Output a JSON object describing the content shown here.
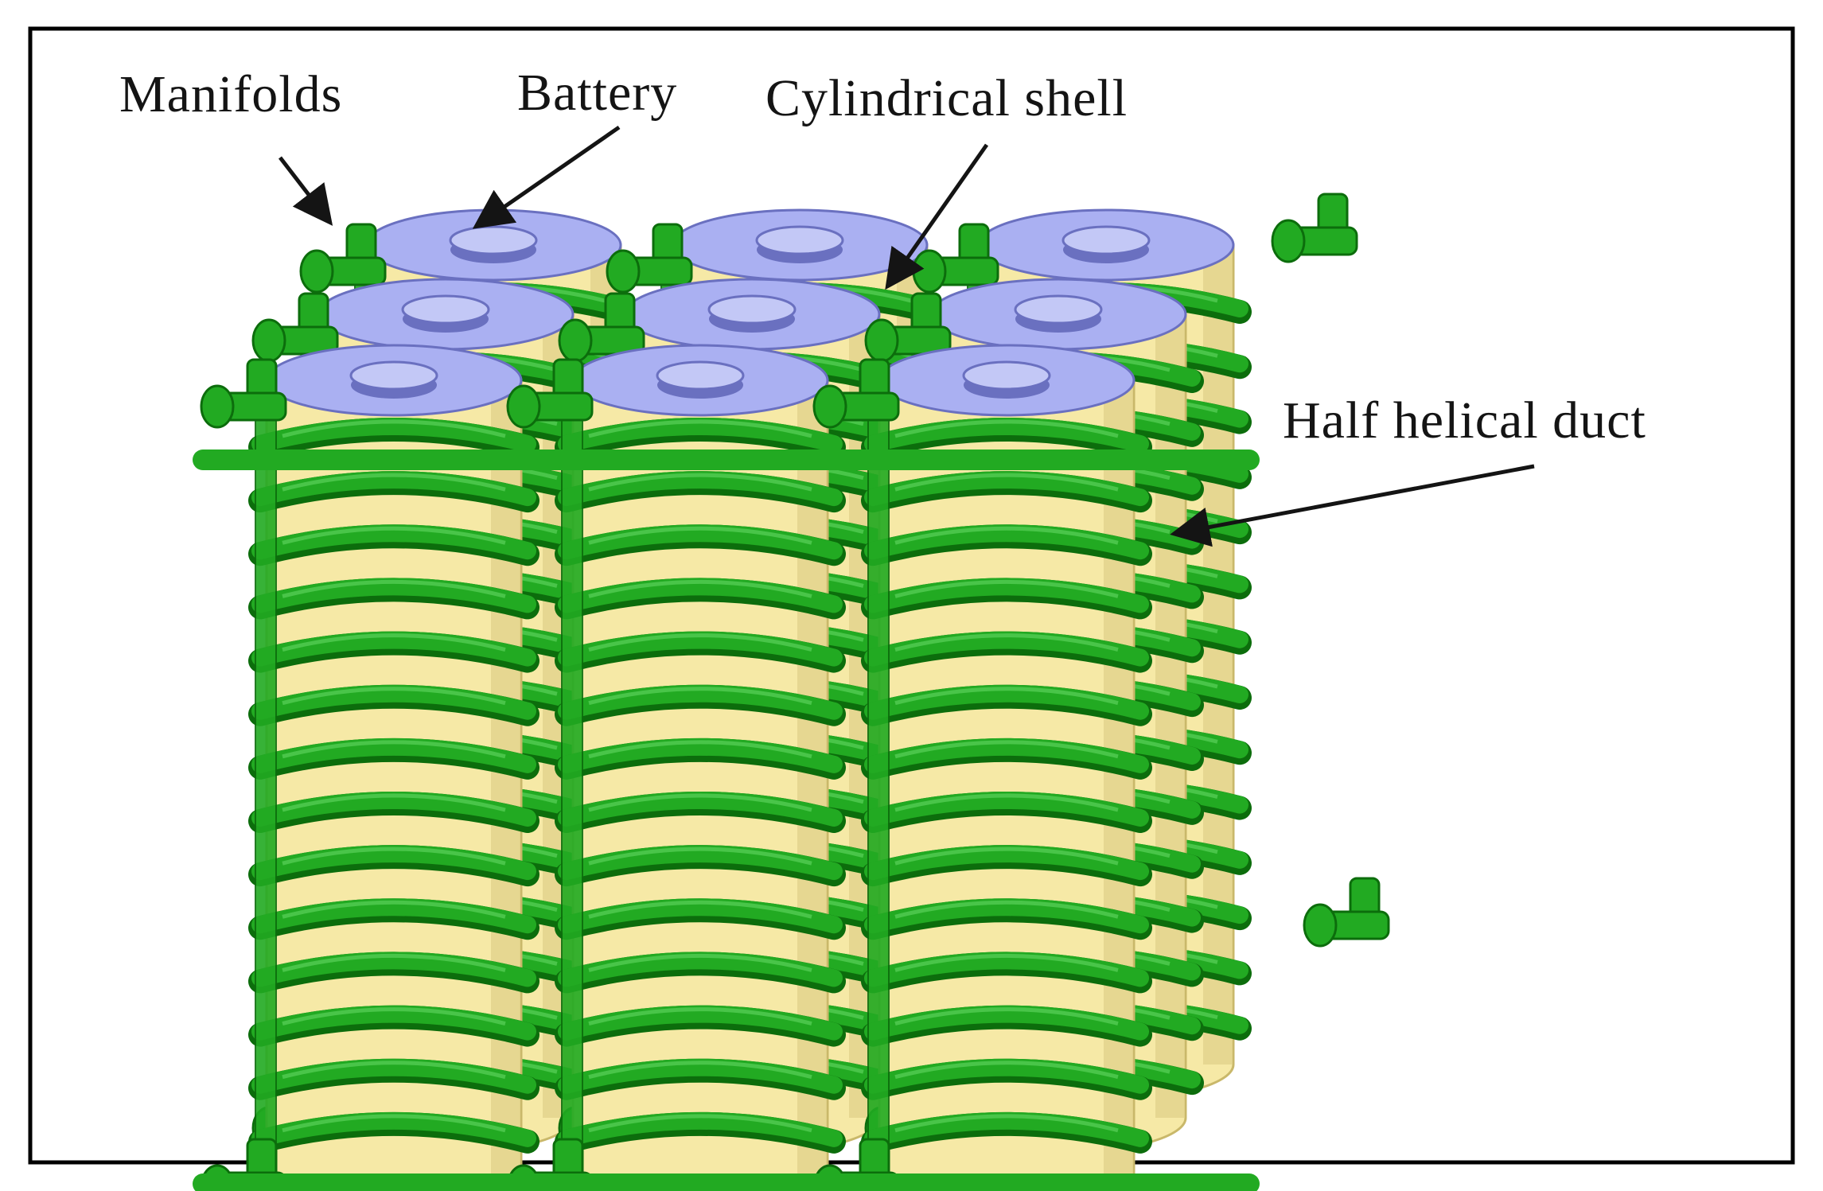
{
  "diagram": {
    "labels": {
      "manifolds": "Manifolds",
      "battery": "Battery",
      "cylindrical_shell": "Cylindrical shell",
      "half_helical_duct": "Half helical duct"
    },
    "layout": {
      "battery_rows": 3,
      "battery_columns": 3,
      "helical_turns_per_cell": 14
    },
    "colors": {
      "frame": "#000000",
      "battery_cap": "#aab0f2",
      "battery_cap_stroke": "#6a70c0",
      "terminal": "#c3c8f6",
      "shell": "#f6e9a6",
      "shell_shade": "#c9b86a",
      "duct": "#22aa22",
      "duct_dark": "#0c6d0c",
      "duct_highlight": "#5ad05a",
      "arrow": "#141414"
    }
  }
}
